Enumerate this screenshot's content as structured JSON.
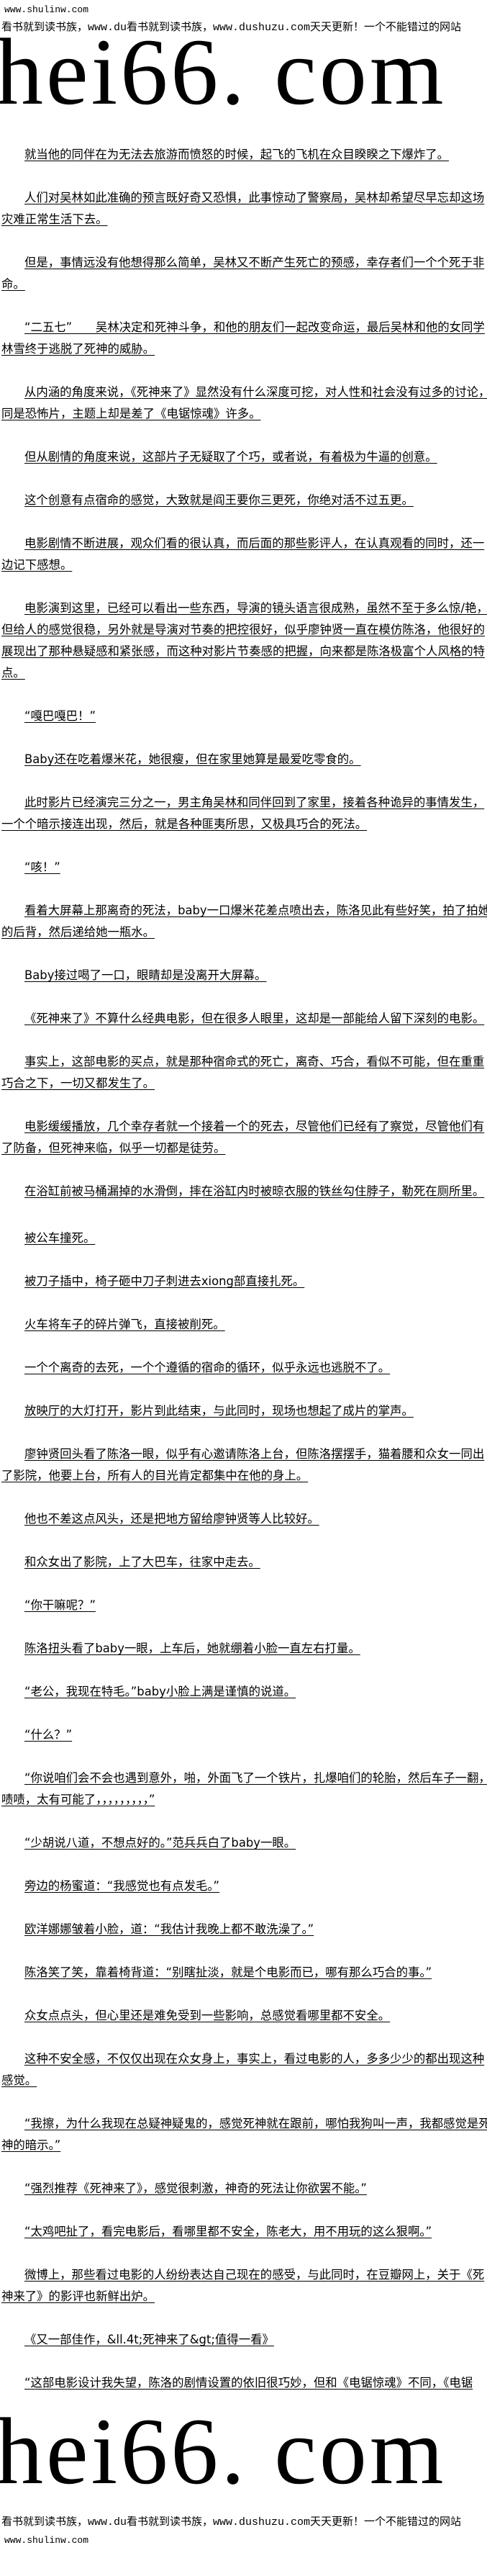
{
  "header": {
    "site_url": "www.shulinw.com",
    "promo": "看书就到读书族，www.du看书就到读书族，www.dushuzu.com天天更新！一个不能错过的网站",
    "logo": "hei66. com"
  },
  "paragraphs": [
    "就当他的同伴在为无法去旅游而愤怒的时候，起飞的飞机在众目睽睽之下爆炸了。",
    "人们对吴林如此准确的预言既好奇又恐惧，此事惊动了警察局，吴林却希望尽早忘却这场灾难正常生活下去。",
    "但是，事情远没有他想得那么简单，吴林又不断产生死亡的预感，幸存者们一个个死于非命。",
    "“二五七”　　吴林决定和死神斗争，和他的朋友们一起改变命运，最后吴林和他的女同学林雪终于逃脱了死神的威胁。",
    "从内涵的角度来说，《死神来了》显然没有什么深度可挖，对人性和社会没有过多的讨论，同是恐怖片，主题上却是差了《电锯惊魂》许多。",
    "但从剧情的角度来说，这部片子无疑取了个巧，或者说，有着极为牛逼的创意。",
    "这个创意有点宿命的感觉，大致就是阎王要你三更死，你绝对活不过五更。",
    "电影剧情不断进展，观众们看的很认真，而后面的那些影评人，在认真观看的同时，还一边记下感想。",
    "电影演到这里，已经可以看出一些东西，导演的镜头语言很成熟，虽然不至于多么惊/艳，但给人的感觉很稳，另外就是导演对节奏的把控很好，似乎廖钟贤一直在模仿陈洛，他很好的展现出了那种悬疑感和紧张感，而这种对影片节奏感的把握，向来都是陈洛极富个人风格的特点。",
    "“嘎巴嘎巴！”",
    "Baby还在吃着爆米花，她很瘦，但在家里她算是最爱吃零食的。",
    "此时影片已经演完三分之一，男主角吴林和同伴回到了家里，接着各种诡异的事情发生，一个个暗示接连出现，然后，就是各种匪夷所思，又极具巧合的死法。",
    "“咳！”",
    "看着大屏幕上那离奇的死法，baby一口爆米花差点喷出去，陈洛见此有些好笑，拍了拍她的后背，然后递给她一瓶水。",
    "Baby接过喝了一口，眼睛却是没离开大屏幕。",
    "《死神来了》不算什么经典电影，但在很多人眼里，这却是一部能给人留下深刻的电影。",
    "事实上，这部电影的买点，就是那种宿命式的死亡，离奇、巧合，看似不可能，但在重重巧合之下，一切又都发生了。",
    "电影缓缓播放，几个幸存者就一个接着一个的死去，尽管他们已经有了察觉，尽管他们有了防备，但死神来临，似乎一切都是徒劳。",
    "在浴缸前被马桶漏掉的水滑倒，摔在浴缸内时被晾衣服的铁丝勾住脖子，勒死在厕所里。",
    "被公车撞死。",
    "被刀子插中，椅子砸中刀子刺进去xiong部直接扎死。",
    "火车将车子的碎片弹飞，直接被削死。",
    "一个个离奇的去死，一个个遵循的宿命的循环，似乎永远也逃脱不了。",
    "放映厅的大灯打开，影片到此结束，与此同时，现场也想起了成片的掌声。",
    "廖钟贤回头看了陈洛一眼，似乎有心邀请陈洛上台，但陈洛摆摆手，猫着腰和众女一同出了影院，他要上台，所有人的目光肯定都集中在他的身上。",
    "他也不差这点风头，还是把地方留给廖钟贤等人比较好。",
    "和众女出了影院，上了大巴车，往家中走去。",
    "“你干嘛呢？”",
    "陈洛扭头看了baby一眼，上车后，她就绷着小脸一直左右打量。",
    "“老公，我现在特毛。”baby小脸上满是谨慎的说道。",
    "“什么？”",
    "“你说咱们会不会也遇到意外，啪，外面飞了一个铁片，扎爆咱们的轮胎，然后车子一翻，啧啧，太有可能了，，，，，，，，，”",
    "“少胡说八道，不想点好的。”范兵兵白了baby一眼。",
    "旁边的杨蜜道：“我感觉也有点发毛。”",
    "欧洋娜娜皱着小脸，道：“我估计我晚上都不敢洗澡了。”",
    "陈洛笑了笑，靠着椅背道：“别瞎扯淡，就是个电影而已，哪有那么巧合的事。”",
    "众女点点头，但心里还是难免受到一些影响，总感觉看哪里都不安全。",
    "这种不安全感，不仅仅出现在众女身上，事实上，看过电影的人，多多少少的都出现这种感觉。",
    "“我擦，为什么我现在总疑神疑鬼的，感觉死神就在跟前，哪怕我狗叫一声，我都感觉是死神的暗示。”",
    "“强烈推荐《死神来了》，感觉很刺激，神奇的死法让你欲罢不能。”",
    "“太鸡吧扯了，看完电影后，看哪里都不安全，陈老大，用不用玩的这么狠啊。”",
    "微博上，那些看过电影的人纷纷表达自己现在的感受，与此同时，在豆瓣网上，关于《死神来了》的影评也新鲜出炉。",
    "《又一部佳作，&ll.4t;死神来了&gt;值得一看》",
    "“这部电影设计我失望，陈洛的剧情设置的依旧很巧妙，但和《电锯惊魂》不同，《电锯"
  ],
  "footer": {
    "logo": "hei66. com",
    "promo": "看书就到读书族，www.du看书就到读书族，www.dushuzu.com天天更新！一个不能错过的网站",
    "site_url": "www.shulinw.com"
  }
}
